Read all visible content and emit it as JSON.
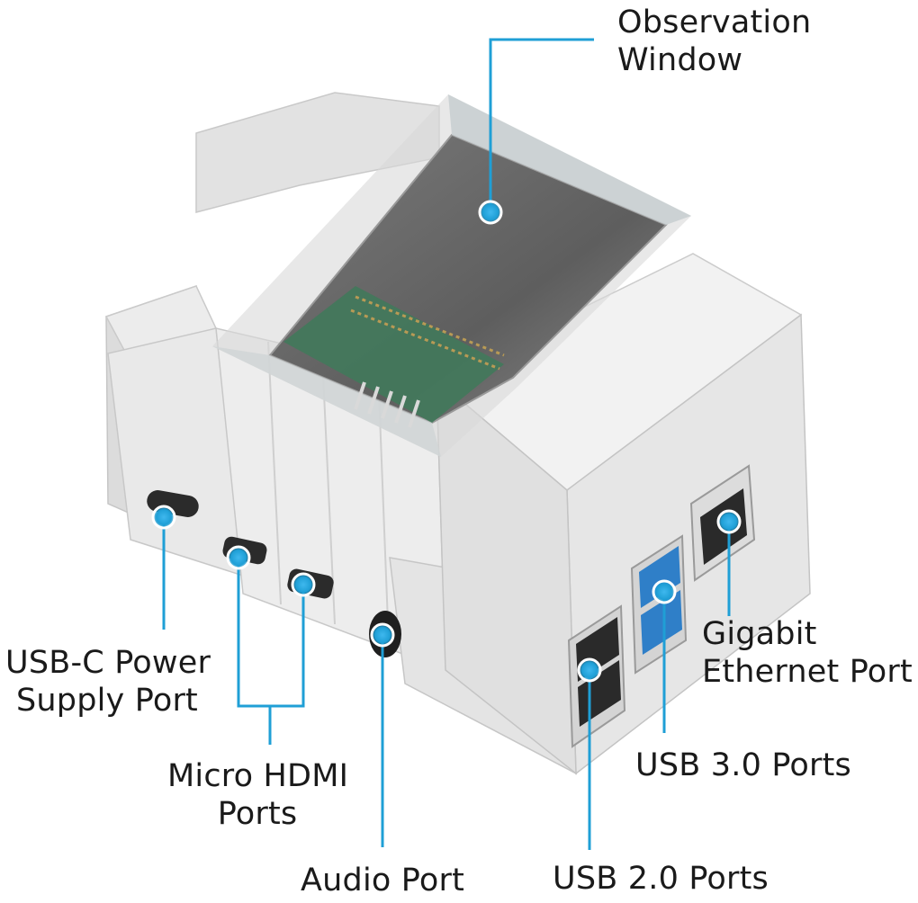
{
  "accent_color": "#1f9fd6",
  "case_color": "#eeeeee",
  "labels": {
    "observation_window": [
      "Observation",
      "Window"
    ],
    "usb_c_power": [
      "USB-C Power",
      "Supply Port"
    ],
    "micro_hdmi": [
      "Micro HDMI",
      "Ports"
    ],
    "audio_port": [
      "Audio Port"
    ],
    "gigabit_ethernet": [
      "Gigabit",
      "Ethernet Port"
    ],
    "usb3": [
      "USB 3.0 Ports"
    ],
    "usb2": [
      "USB 2.0 Ports"
    ]
  }
}
